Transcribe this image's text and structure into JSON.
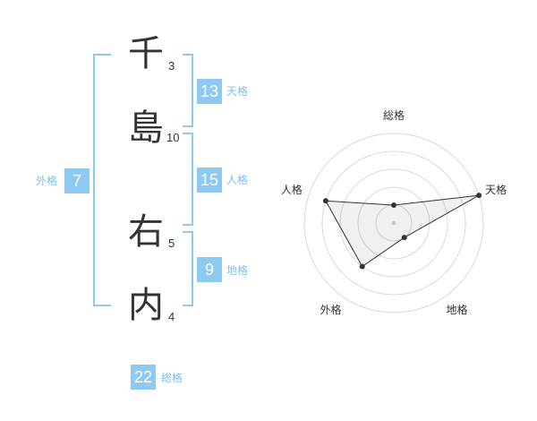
{
  "name_chars": [
    {
      "char": "千",
      "strokes": "3"
    },
    {
      "char": "島",
      "strokes": "10"
    },
    {
      "char": "右",
      "strokes": "5"
    },
    {
      "char": "内",
      "strokes": "4"
    }
  ],
  "fortunes": {
    "tenkaku": {
      "value": "13",
      "label": "天格"
    },
    "jinkaku": {
      "value": "15",
      "label": "人格"
    },
    "chikaku": {
      "value": "9",
      "label": "地格"
    },
    "gaikaku": {
      "value": "7",
      "label": "外格"
    },
    "soukaku": {
      "value": "22",
      "label": "総格"
    }
  },
  "colors": {
    "accent": "#8ec9f2",
    "label": "#7cc0ec"
  },
  "chart_data": {
    "type": "radar",
    "axes": [
      "総格",
      "天格",
      "地格",
      "外格",
      "人格"
    ],
    "values": [
      1,
      5,
      1,
      3,
      4
    ],
    "max": 5,
    "rings": 5
  }
}
